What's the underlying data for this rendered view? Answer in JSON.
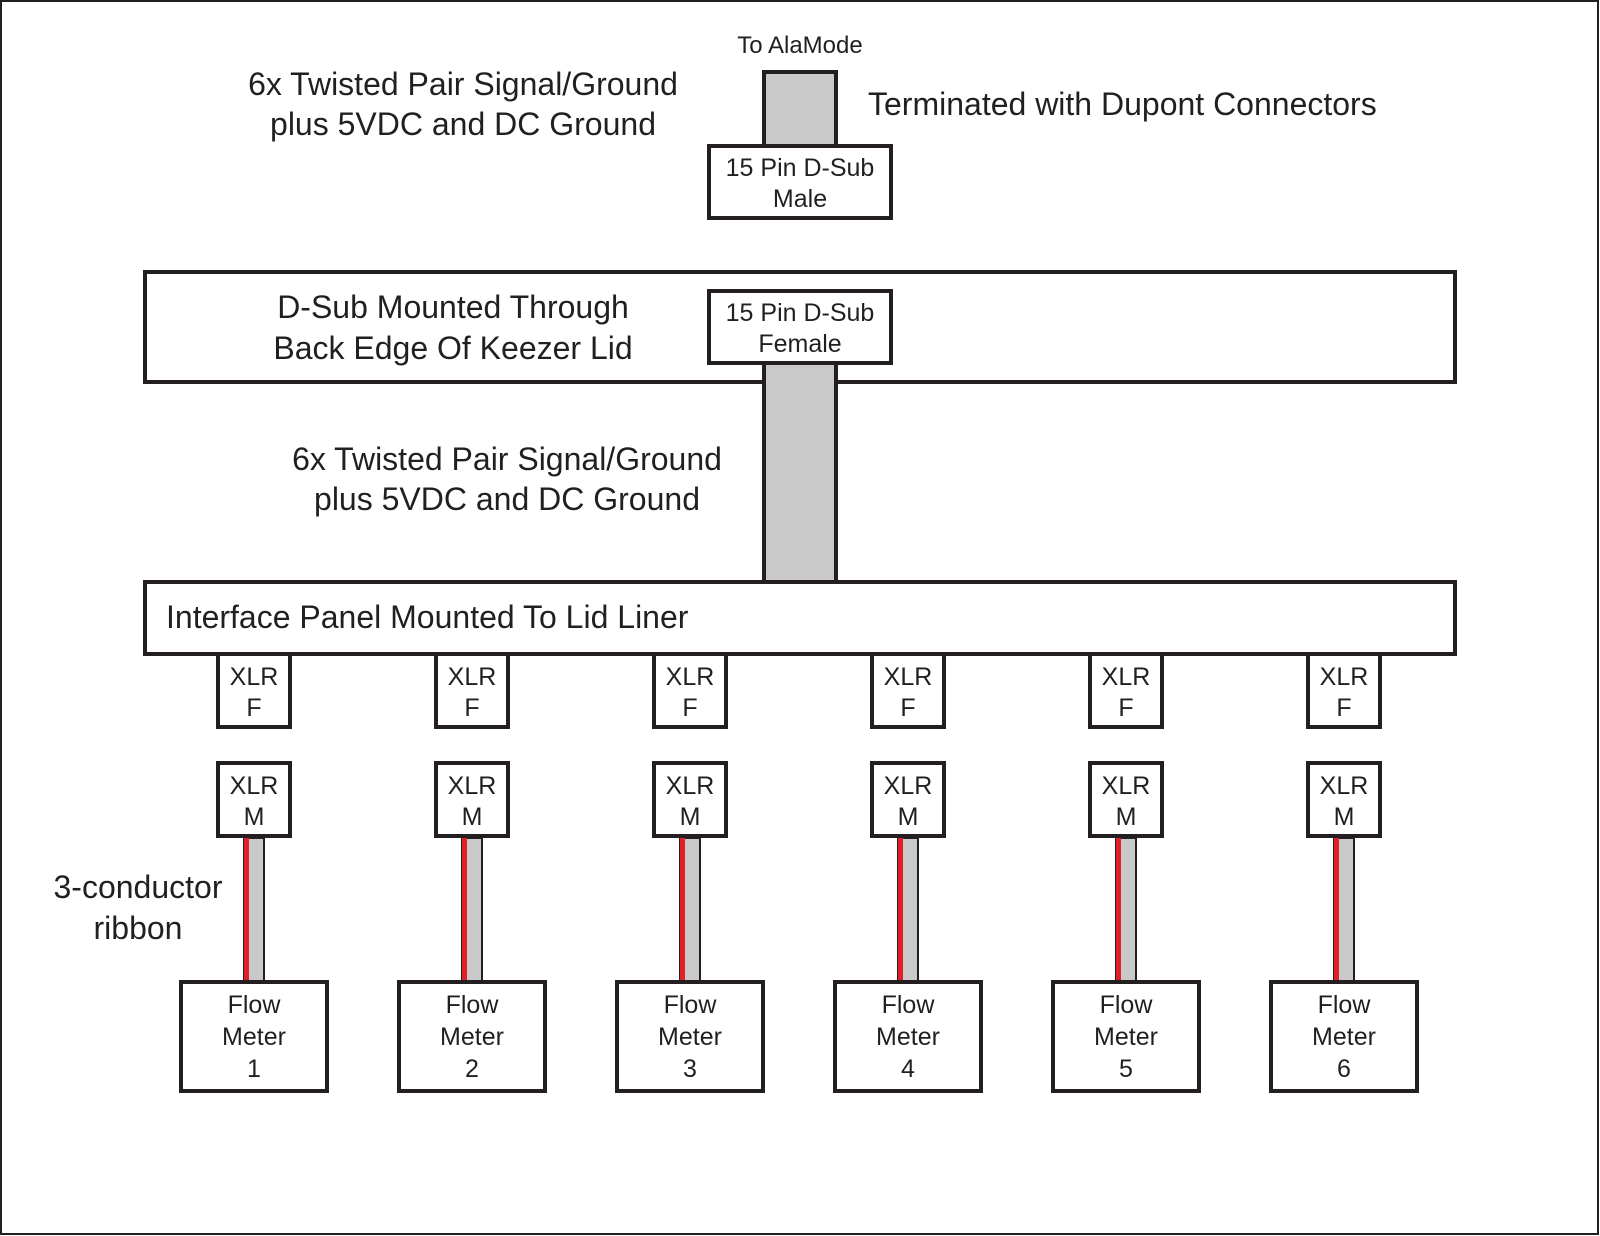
{
  "top": {
    "to_label": "To AlaMode",
    "cable_note_line1": "6x Twisted Pair Signal/Ground",
    "cable_note_line2": "plus 5VDC and DC Ground",
    "termination_note": "Terminated with Dupont Connectors",
    "dsub_male_line1": "15 Pin D-Sub",
    "dsub_male_line2": "Male"
  },
  "lid": {
    "label_line1": "D-Sub Mounted Through",
    "label_line2": "Back Edge Of Keezer Lid",
    "dsub_female_line1": "15 Pin D-Sub",
    "dsub_female_line2": "Female"
  },
  "middle_cable": {
    "note_line1": "6x Twisted Pair Signal/Ground",
    "note_line2": "plus 5VDC and DC Ground"
  },
  "panel": {
    "label": "Interface Panel Mounted To Lid Liner"
  },
  "ribbon": {
    "label_line1": "3-conductor",
    "label_line2": "ribbon"
  },
  "channels": [
    {
      "xlr_f": [
        "XLR",
        "F"
      ],
      "xlr_m": [
        "XLR",
        "M"
      ],
      "meter": [
        "Flow",
        "Meter",
        "1"
      ]
    },
    {
      "xlr_f": [
        "XLR",
        "F"
      ],
      "xlr_m": [
        "XLR",
        "M"
      ],
      "meter": [
        "Flow",
        "Meter",
        "2"
      ]
    },
    {
      "xlr_f": [
        "XLR",
        "F"
      ],
      "xlr_m": [
        "XLR",
        "M"
      ],
      "meter": [
        "Flow",
        "Meter",
        "3"
      ]
    },
    {
      "xlr_f": [
        "XLR",
        "F"
      ],
      "xlr_m": [
        "XLR",
        "M"
      ],
      "meter": [
        "Flow",
        "Meter",
        "4"
      ]
    },
    {
      "xlr_f": [
        "XLR",
        "F"
      ],
      "xlr_m": [
        "XLR",
        "M"
      ],
      "meter": [
        "Flow",
        "Meter",
        "5"
      ]
    },
    {
      "xlr_f": [
        "XLR",
        "F"
      ],
      "xlr_m": [
        "XLR",
        "M"
      ],
      "meter": [
        "Flow",
        "Meter",
        "6"
      ]
    }
  ],
  "colors": {
    "line": "#231f20",
    "cable_fill": "#c9c9c9",
    "ribbon_red": "#e01f26"
  }
}
